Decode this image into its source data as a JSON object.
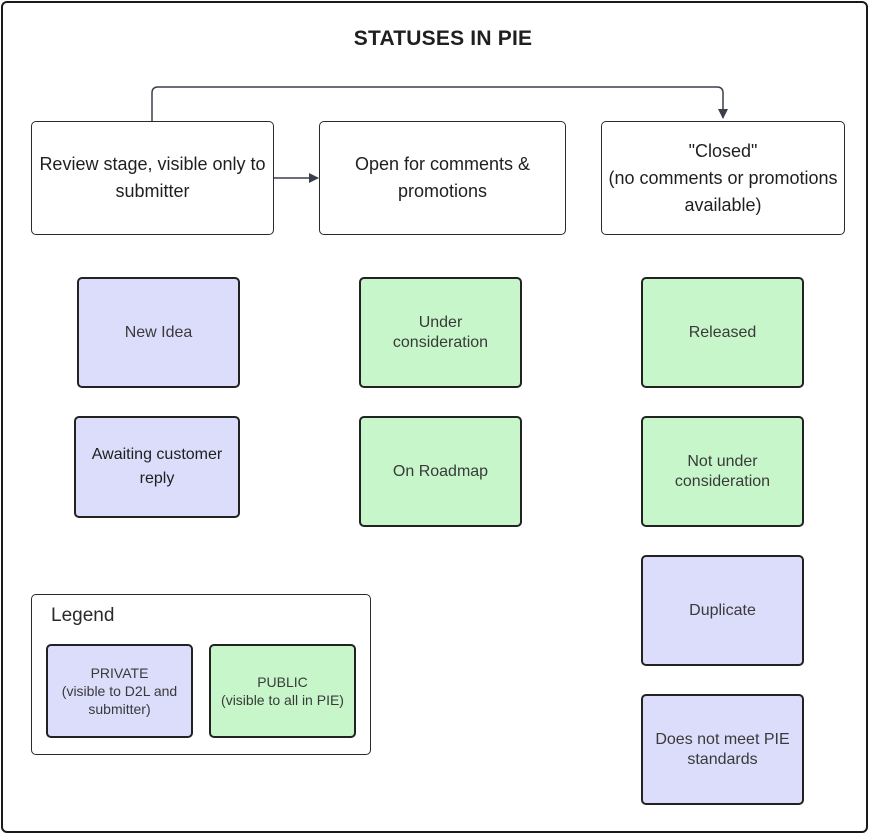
{
  "title": "STATUSES IN PIE",
  "stages": {
    "review": "Review stage, visible only to submitter",
    "open": "Open for comments & promotions",
    "closed_line1": "\"Closed\"",
    "closed_line2": "(no comments or promotions available)"
  },
  "statuses": {
    "review": [
      "New Idea",
      "Awaiting customer reply"
    ],
    "open": [
      "Under consideration",
      "On Roadmap"
    ],
    "closed": [
      "Released",
      "Not under consideration",
      "Duplicate",
      "Does not meet PIE standards"
    ]
  },
  "legend": {
    "title": "Legend",
    "private_label": "PRIVATE",
    "private_desc": "(visible to D2L and submitter)",
    "public_label": "PUBLIC",
    "public_desc": "(visible to all in PIE)"
  },
  "colors": {
    "private": "#dcdcfb",
    "public": "#c6f6c9",
    "outline": "#222222"
  }
}
